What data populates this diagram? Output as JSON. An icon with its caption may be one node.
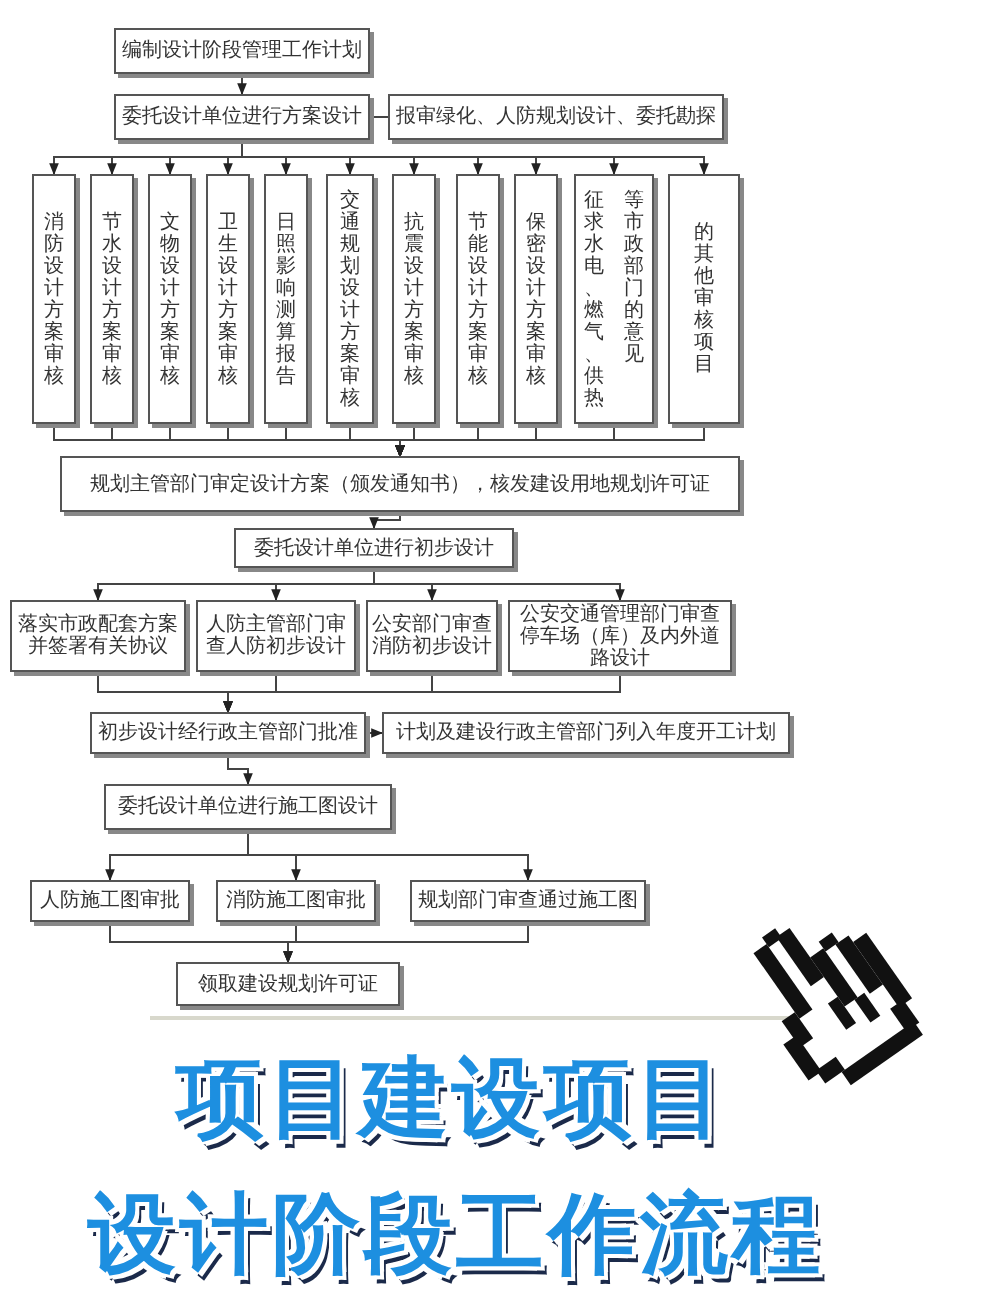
{
  "diagram": {
    "nodes": [
      {
        "text": [
          "编制设计阶段管理工作计划"
        ]
      },
      {
        "text": [
          "委托设计单位进行方案设计"
        ]
      },
      {
        "text": [
          "报审绿化、人防规划设计、委托勘探"
        ]
      },
      {
        "text": [
          "消防设计方案审核"
        ]
      },
      {
        "text": [
          "节水设计方案审核"
        ]
      },
      {
        "text": [
          "文物设计方案审核"
        ]
      },
      {
        "text": [
          "卫生设计方案审核"
        ]
      },
      {
        "text": [
          "日照影响测算报告"
        ]
      },
      {
        "text": [
          "交通规划设计方案审核"
        ]
      },
      {
        "text": [
          "抗震设计方案审核"
        ]
      },
      {
        "text": [
          "节能设计方案审核"
        ]
      },
      {
        "text": [
          "保密设计方案审核"
        ]
      },
      {
        "text": [
          "征求水电、燃气、供热等市政部门的意见"
        ]
      },
      {
        "text": [
          "的其他审核项目"
        ]
      },
      {
        "text": [
          "规划主管部门审定设计方案（颁发通知书），核发建设用地规划许可证"
        ]
      },
      {
        "text": [
          "委托设计单位进行初步设计"
        ]
      },
      {
        "text": [
          "落实市政配套方案并签署有关协议"
        ]
      },
      {
        "text": [
          "人防主管部门审查人防初步设计"
        ]
      },
      {
        "text": [
          "公安部门审查消防初步设计"
        ]
      },
      {
        "text": [
          "公安交通管理部门审查停车场（库）及内外道路设计"
        ]
      },
      {
        "text": [
          "初步设计经行政主管部门批准"
        ]
      },
      {
        "text": [
          "计划及建设行政主管部门列入年度开工计划"
        ]
      },
      {
        "text": [
          "委托设计单位进行施工图设计"
        ]
      },
      {
        "text": [
          "人防施工图审批"
        ]
      },
      {
        "text": [
          "消防施工图审批"
        ]
      },
      {
        "text": [
          "规划部门审查通过施工图"
        ]
      },
      {
        "text": [
          "领取建设规划许可证"
        ]
      }
    ],
    "edges": [
      {
        "from": 0,
        "to": 1,
        "arrow": "to"
      },
      {
        "from": 1,
        "to": 2,
        "arrow": "none"
      },
      {
        "from": 1,
        "to": 3,
        "arrow": "to"
      },
      {
        "from": 1,
        "to": 4,
        "arrow": "to"
      },
      {
        "from": 1,
        "to": 5,
        "arrow": "to"
      },
      {
        "from": 1,
        "to": 6,
        "arrow": "to"
      },
      {
        "from": 1,
        "to": 7,
        "arrow": "to"
      },
      {
        "from": 1,
        "to": 8,
        "arrow": "to"
      },
      {
        "from": 1,
        "to": 9,
        "arrow": "to"
      },
      {
        "from": 1,
        "to": 10,
        "arrow": "to"
      },
      {
        "from": 1,
        "to": 11,
        "arrow": "to"
      },
      {
        "from": 1,
        "to": 12,
        "arrow": "to"
      },
      {
        "from": 1,
        "to": 13,
        "arrow": "to"
      },
      {
        "from": 3,
        "to": 14,
        "arrow": "to"
      },
      {
        "from": 4,
        "to": 14,
        "arrow": "to"
      },
      {
        "from": 5,
        "to": 14,
        "arrow": "to"
      },
      {
        "from": 6,
        "to": 14,
        "arrow": "to"
      },
      {
        "from": 7,
        "to": 14,
        "arrow": "to"
      },
      {
        "from": 8,
        "to": 14,
        "arrow": "to"
      },
      {
        "from": 9,
        "to": 14,
        "arrow": "to"
      },
      {
        "from": 10,
        "to": 14,
        "arrow": "to"
      },
      {
        "from": 11,
        "to": 14,
        "arrow": "to"
      },
      {
        "from": 12,
        "to": 14,
        "arrow": "to"
      },
      {
        "from": 13,
        "to": 14,
        "arrow": "to"
      },
      {
        "from": 14,
        "to": 15,
        "arrow": "to"
      },
      {
        "from": 15,
        "to": 16,
        "arrow": "to"
      },
      {
        "from": 15,
        "to": 17,
        "arrow": "to"
      },
      {
        "from": 15,
        "to": 18,
        "arrow": "to"
      },
      {
        "from": 15,
        "to": 19,
        "arrow": "to"
      },
      {
        "from": 16,
        "to": 20,
        "arrow": "to"
      },
      {
        "from": 17,
        "to": 20,
        "arrow": "to"
      },
      {
        "from": 18,
        "to": 20,
        "arrow": "to"
      },
      {
        "from": 19,
        "to": 20,
        "arrow": "to"
      },
      {
        "from": 20,
        "to": 21,
        "arrow": "to"
      },
      {
        "from": 20,
        "to": 22,
        "arrow": "to"
      },
      {
        "from": 22,
        "to": 23,
        "arrow": "to"
      },
      {
        "from": 22,
        "to": 24,
        "arrow": "to"
      },
      {
        "from": 22,
        "to": 25,
        "arrow": "to"
      },
      {
        "from": 23,
        "to": 26,
        "arrow": "to"
      },
      {
        "from": 24,
        "to": 26,
        "arrow": "to"
      },
      {
        "from": 25,
        "to": 26,
        "arrow": "to"
      }
    ],
    "labels": [
      "项目建设项目",
      "设计阶段工作流程"
    ]
  }
}
